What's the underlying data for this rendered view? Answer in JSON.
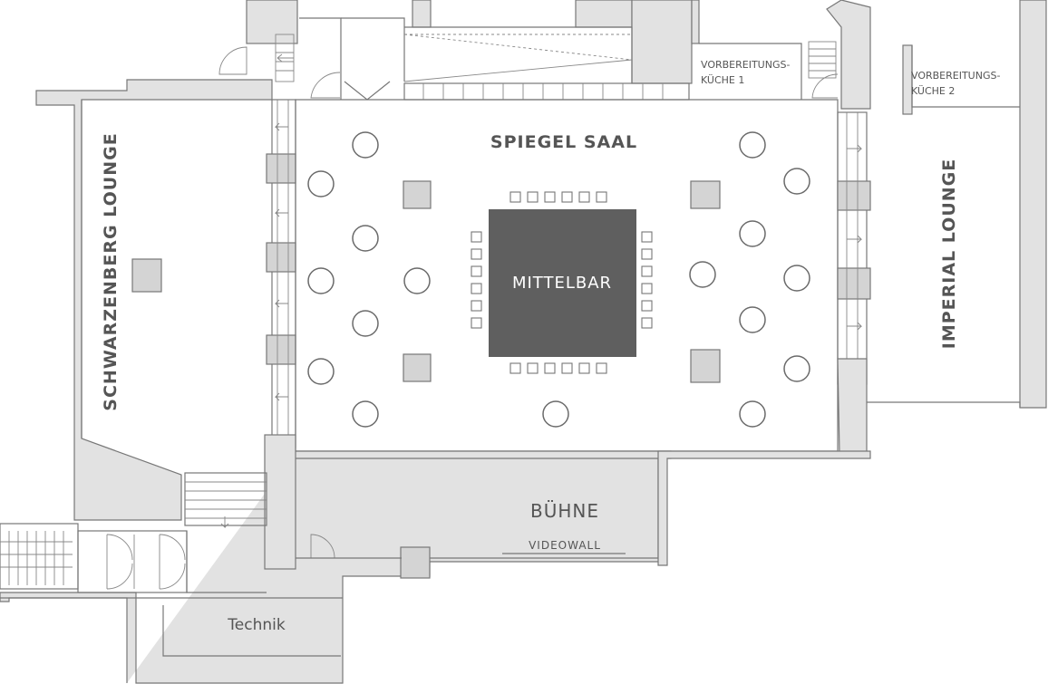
{
  "labels": {
    "spiegel_saal": "SPIEGEL SAAL",
    "schwarzenberg": "SCHWARZENBERG LOUNGE",
    "imperial": "IMPERIAL LOUNGE",
    "mittelbar": "MITTELBAR",
    "buehne": "BÜHNE",
    "videowall": "VIDEOWALL",
    "technik": "Technik",
    "kueche1_l1": "VORBEREITUNGS-",
    "kueche1_l2": "KÜCHE 1",
    "kueche2_l1": "VORBEREITUNGS-",
    "kueche2_l2": "KÜCHE 2"
  },
  "colors": {
    "wall": "#e2e2e2",
    "wall_stroke": "#777777",
    "bar": "#5f5f5f",
    "pillar": "#d4d4d4",
    "text": "#555555"
  }
}
